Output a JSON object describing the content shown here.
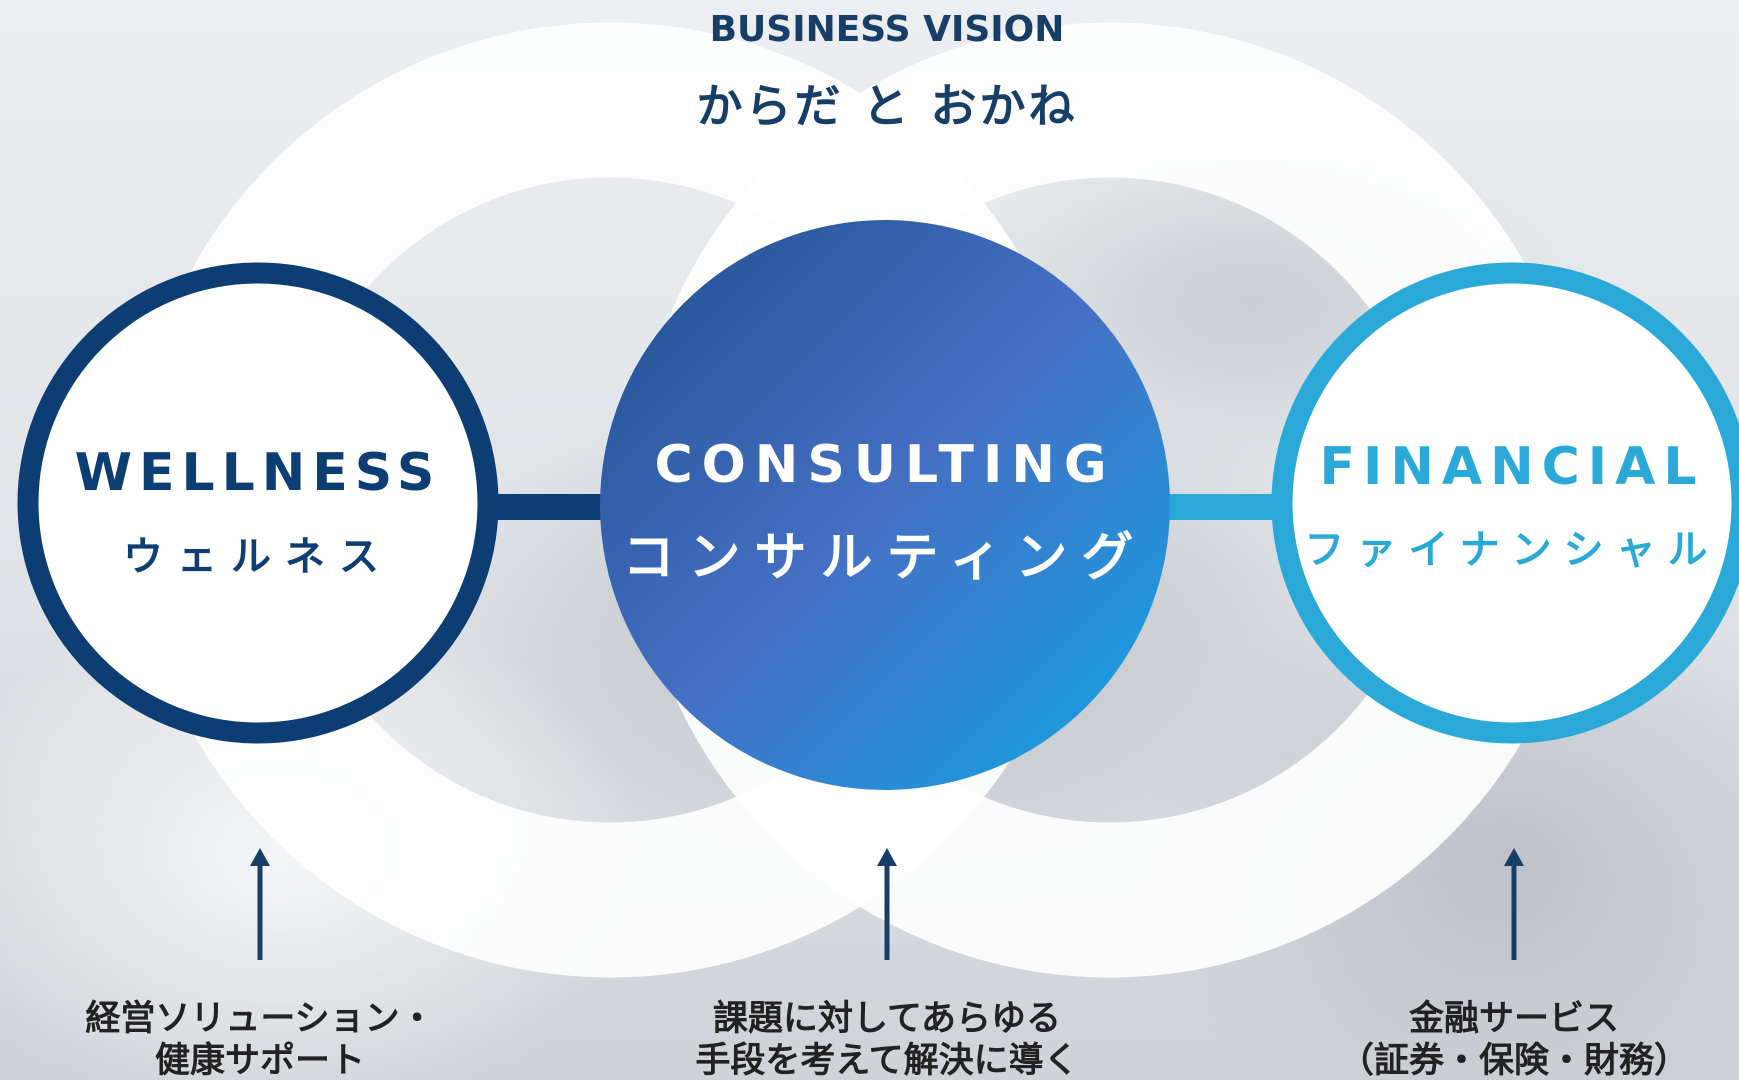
{
  "header": {
    "title": "BUSINESS VISION",
    "subtitle": "からだ と おかね"
  },
  "nodes": [
    {
      "id": "wellness",
      "en": "WELLNESS",
      "ja": "ウェルネス",
      "color": "#0c3d73"
    },
    {
      "id": "consulting",
      "en": "CONSULTING",
      "ja": "コンサルティング",
      "color": "#3a6cc4"
    },
    {
      "id": "financial",
      "en": "FINANCIAL",
      "ja": "ファイナンシャル",
      "color": "#2aa8d8"
    }
  ],
  "descriptions": [
    {
      "line1": "経営ソリューション・",
      "line2": "健康サポート"
    },
    {
      "line1": "課題に対してあらゆる",
      "line2": "手段を考えて解決に導く"
    },
    {
      "line1": "金融サービス",
      "line2": "（証券・保険・財務）"
    }
  ],
  "colors": {
    "navy": "#0c3d73",
    "text_navy": "#163e66",
    "sky": "#2aa8d8",
    "gradient_start": "#204e8f",
    "gradient_mid": "#4570c4",
    "gradient_end": "#0fa3e6"
  }
}
